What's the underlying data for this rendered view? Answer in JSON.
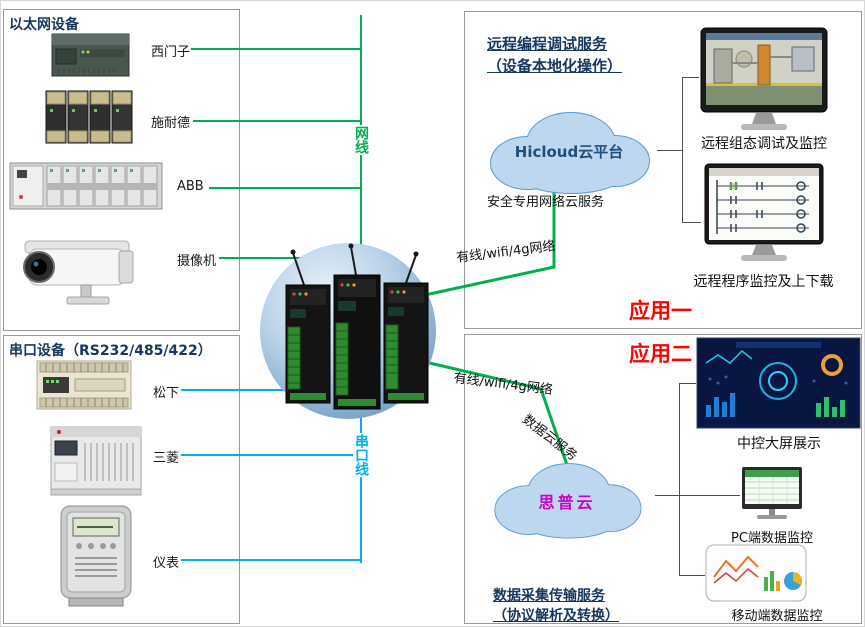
{
  "colors": {
    "ethernet-line": "#00b050",
    "serial-line": "#00b0f0",
    "link-line": "#00b050",
    "badge-red": "#ff0000",
    "title-navy": "#17375e",
    "cloud-fill": "#bdd7ee",
    "cloud-stroke": "#5b9bd5",
    "hicloud-text": "#1f4e79",
    "sipu-text": "#cc00cc"
  },
  "left": {
    "ethernet": {
      "title": "以太网设备",
      "devices": [
        {
          "label": "西门子",
          "icon": "siemens-plc-icon"
        },
        {
          "label": "施耐德",
          "icon": "schneider-plc-icon"
        },
        {
          "label": "ABB",
          "icon": "abb-plc-icon"
        },
        {
          "label": "摄像机",
          "icon": "ip-camera-icon"
        }
      ]
    },
    "serial": {
      "title": "串口设备（RS232/485/422）",
      "devices": [
        {
          "label": "松下",
          "icon": "panasonic-plc-icon"
        },
        {
          "label": "三菱",
          "icon": "mitsubishi-plc-icon"
        },
        {
          "label": "仪表",
          "icon": "power-meter-icon"
        }
      ]
    }
  },
  "center": {
    "ethernet_cable_label": "网线",
    "serial_cable_label": "串口线",
    "gateway_icon": "iot-gateway-cluster-icon"
  },
  "app1": {
    "service_title": "远程编程调试服务",
    "service_subtitle": "（设备本地化操作）",
    "cloud_label": "Hicloud云平台",
    "cloud_caption": "安全专用网络云服务",
    "network_label": "有线/wifi/4g网络",
    "badge": "应用一",
    "endpoints": [
      {
        "label": "远程组态调试及监控",
        "icon": "scada-monitor-icon"
      },
      {
        "label": "远程程序监控及上下载",
        "icon": "ladder-monitor-icon"
      }
    ]
  },
  "app2": {
    "badge": "应用二",
    "network_label": "有线/wifi/4g网络",
    "cloud_caption": "数据云服务",
    "cloud_label": "思普云",
    "service_title": "数据采集传输服务",
    "service_subtitle": "（协议解析及转换）",
    "endpoints": [
      {
        "label": "中控大屏展示",
        "icon": "big-screen-icon"
      },
      {
        "label": "PC端数据监控",
        "icon": "pc-monitor-icon"
      },
      {
        "label": "移动端数据监控",
        "icon": "tablet-icon"
      }
    ]
  }
}
